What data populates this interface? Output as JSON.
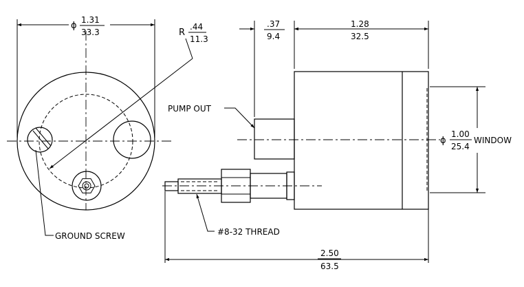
{
  "dimensions": {
    "diameter_body": {
      "symbol": "ϕ",
      "inch": "1.31",
      "mm": "33.3"
    },
    "radius_bolt": {
      "symbol": "R",
      "inch": ".44",
      "mm": "11.3"
    },
    "flange_length": {
      "inch": ".37",
      "mm": "9.4"
    },
    "body_length": {
      "inch": "1.28",
      "mm": "32.5"
    },
    "overall_length": {
      "inch": "2.50",
      "mm": "63.5"
    },
    "window_diameter": {
      "symbol": "ϕ",
      "inch": "1.00",
      "mm": "25.4",
      "suffix": "WINDOW"
    }
  },
  "labels": {
    "pump_out": "PUMP OUT",
    "ground_screw": "GROUND SCREW",
    "thread": "#8-32 THREAD"
  }
}
